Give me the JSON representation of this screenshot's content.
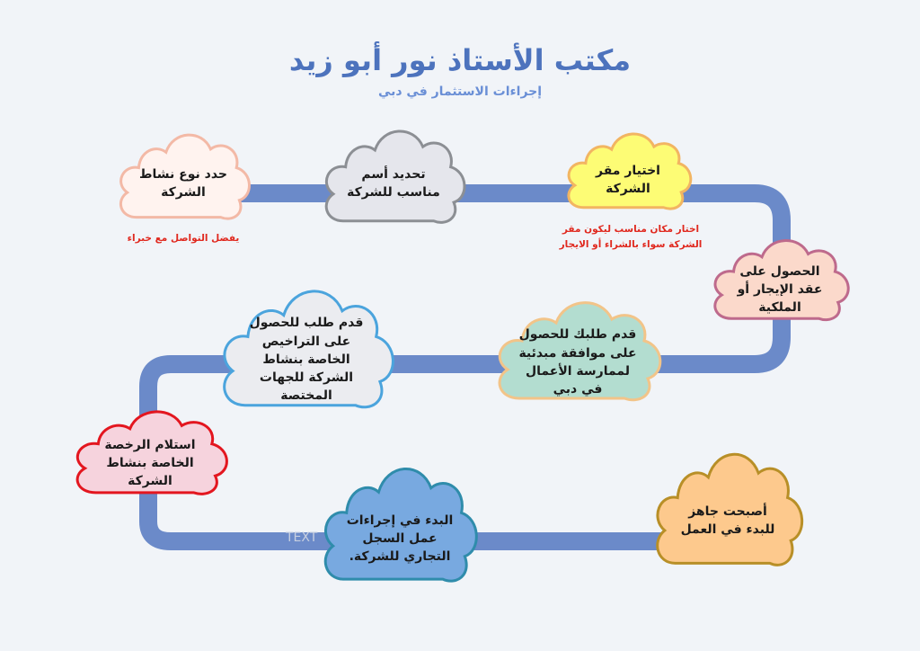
{
  "header": {
    "title": "مكتب الأستاذ نور أبو زيد",
    "subtitle": "إجراءات الاستثمار في دبي"
  },
  "steps": [
    {
      "text": "اختيار مقر الشركة",
      "fill": "#fdfc75",
      "stroke": "#f2b562"
    },
    {
      "text": "تحديد أسم مناسب للشركة",
      "fill": "#e5e6ec",
      "stroke": "#8c8f94"
    },
    {
      "text": "حدد نوع نشاط الشركة",
      "fill": "#fff3ef",
      "stroke": "#f3b9a6"
    },
    {
      "text": "الحصول على عقد الإيجار أو الملكية",
      "fill": "#fbd9cb",
      "stroke": "#be6a8c"
    },
    {
      "text": "قدم طلبك للحصول على موافقة مبدئية لممارسة الأعمال في دبي",
      "fill": "#b3ddd0",
      "stroke": "#f2c489"
    },
    {
      "text": "قدم طلب للحصول على التراخيص الخاصة بنشاط الشركة للجهات المختصة",
      "fill": "#ebecf0",
      "stroke": "#4ba4dd"
    },
    {
      "text": "استلام الرخصة الخاصة بنشاط الشركة",
      "fill": "#f6d3dd",
      "stroke": "#e3161f"
    },
    {
      "text": "البدء في إجراءات عمل السجل التجاري للشركة.",
      "fill": "#78a9e0",
      "stroke": "#2f8cab"
    },
    {
      "text": "أصبحت جاهز للبدء في العمل",
      "fill": "#fdc98d",
      "stroke": "#b88f27"
    }
  ],
  "notes": {
    "activity": "يفضل التواصل مع خبراء",
    "location": "اختار مكان مناسب ليكون مقر الشركة سواء بالشراء أو الايجار"
  },
  "watermark": "TEXT",
  "colors": {
    "path": "#6b8ac9",
    "title": "#4d73bd",
    "note": "#e0281e"
  }
}
